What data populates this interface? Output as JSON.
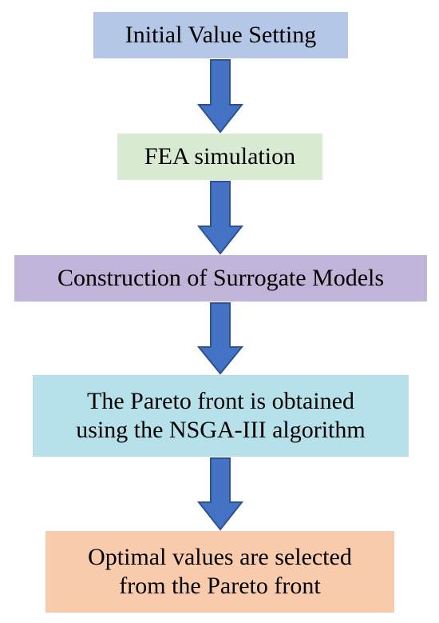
{
  "colors": {
    "box1_fill": "#b4c7e7",
    "box2_fill": "#d9ead3",
    "box3_fill": "#c0b4d8",
    "box4_fill": "#b7e1ea",
    "box5_fill": "#f9cbad",
    "arrow_fill": "#4472c4",
    "arrow_stroke": "#2f528f"
  },
  "steps": [
    {
      "lines": [
        "Initial Value Setting"
      ]
    },
    {
      "lines": [
        "FEA simulation"
      ]
    },
    {
      "lines": [
        "Construction of Surrogate Models"
      ]
    },
    {
      "lines": [
        "The Pareto front is obtained",
        "using the NSGA-III  algorithm"
      ]
    },
    {
      "lines": [
        "Optimal values are selected",
        "from the Pareto front"
      ]
    }
  ]
}
